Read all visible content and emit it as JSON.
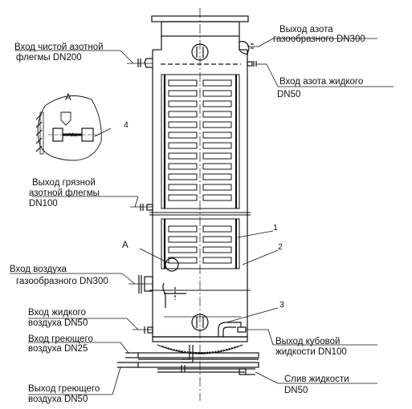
{
  "labels": {
    "nitrogen_gas_out": "Выход азота",
    "nitrogen_gas_out_2": "газообразного DN300",
    "nitrogen_liquid_in": "Вход азота жидкого",
    "nitrogen_liquid_in_2": "DN50",
    "pure_reflux_in": "Вход чистой азотной",
    "pure_reflux_in_2": "флегмы DN200",
    "dirty_reflux_out": "Выход грязной",
    "dirty_reflux_out_2": "азотной флегмы",
    "dirty_reflux_out_3": "DN100",
    "air_gas_in": "Вход воздуха",
    "air_gas_in_2": "газообразного  DN300",
    "liquid_air_in": "Вход жидкого",
    "liquid_air_in_2": "воздуха  DN50",
    "heating_air_in": "Вход греющего",
    "heating_air_in_2": "воздуха DN25",
    "heating_air_out": "Выход греющего",
    "heating_air_out_2": "воздуха DN50",
    "bottoms_out": "Выход кубовой",
    "bottoms_out_2": "жидкости DN100",
    "liquid_drain": "Слив жидкости",
    "liquid_drain_2": "DN50",
    "detail_letter": "А",
    "detail_callout": "А",
    "ref_1": "1",
    "ref_2": "2",
    "ref_3": "3",
    "ref_4": "4"
  },
  "colors": {
    "ink": "#111111",
    "background": "#ffffff"
  }
}
